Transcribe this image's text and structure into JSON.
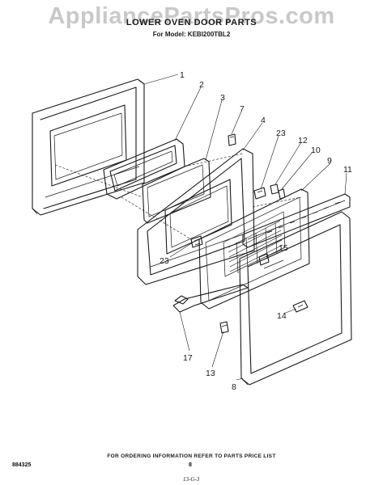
{
  "header": {
    "watermark": "AppliancePartsPros.com",
    "title": "LOWER OVEN DOOR PARTS",
    "model_line": "For Model: KEBI200TBL2"
  },
  "callouts": [
    {
      "id": "c1",
      "label": "1"
    },
    {
      "id": "c2",
      "label": "2"
    },
    {
      "id": "c3",
      "label": "3"
    },
    {
      "id": "c7",
      "label": "7"
    },
    {
      "id": "c4",
      "label": "4"
    },
    {
      "id": "c23a",
      "label": "23"
    },
    {
      "id": "c12",
      "label": "12"
    },
    {
      "id": "c10",
      "label": "10"
    },
    {
      "id": "c9",
      "label": "9"
    },
    {
      "id": "c11",
      "label": "11"
    },
    {
      "id": "c15",
      "label": "15"
    },
    {
      "id": "c23b",
      "label": "23"
    },
    {
      "id": "c14",
      "label": "14"
    },
    {
      "id": "c17",
      "label": "17"
    },
    {
      "id": "c13",
      "label": "13"
    },
    {
      "id": "c8",
      "label": "8"
    }
  ],
  "footer": {
    "note": "FOR ORDERING INFORMATION REFER TO PARTS PRICE LIST",
    "code": "884325",
    "page": "8",
    "mark": "13-G-3"
  }
}
